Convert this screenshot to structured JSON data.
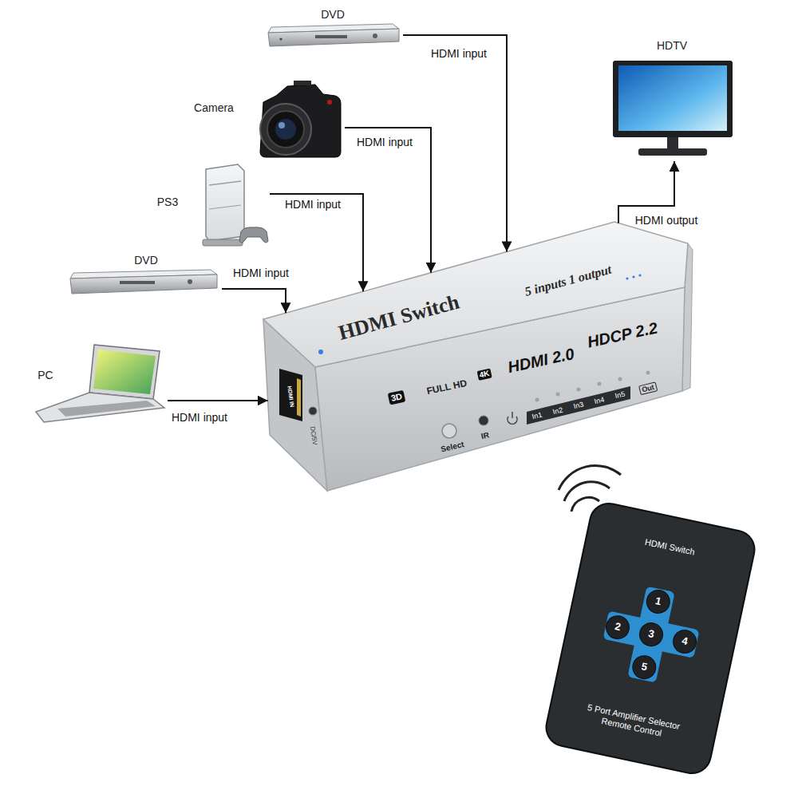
{
  "diagram": {
    "nodes": [
      {
        "text": [
          "DVD"
        ]
      },
      {
        "text": [
          "Camera"
        ]
      },
      {
        "text": [
          "PS3"
        ]
      },
      {
        "text": [
          "DVD"
        ]
      },
      {
        "text": [
          "PC"
        ]
      },
      {
        "text": [
          "HDMI Switch",
          "5 inputs 1 output",
          "HDMI 2.0",
          "HDCP 2.2"
        ]
      },
      {
        "text": [
          "HDTV"
        ]
      },
      {
        "text": [
          "HDMI Switch",
          "5 Port Amplifier Selector Remote Control"
        ]
      },
      {
        "text": [
          "1"
        ],
        "in": 7
      },
      {
        "text": [
          "2"
        ],
        "in": 7
      },
      {
        "text": [
          "3"
        ],
        "in": 7
      },
      {
        "text": [
          "4"
        ],
        "in": 7
      },
      {
        "text": [
          "5"
        ],
        "in": 7
      }
    ],
    "edges": [
      {
        "from": 0,
        "to": 5,
        "label": "HDMI input",
        "arrow": "to"
      },
      {
        "from": 1,
        "to": 5,
        "label": "HDMI input",
        "arrow": "to"
      },
      {
        "from": 2,
        "to": 5,
        "label": "HDMI input",
        "arrow": "to"
      },
      {
        "from": 3,
        "to": 5,
        "label": "HDMI input",
        "arrow": "to"
      },
      {
        "from": 4,
        "to": 5,
        "label": "HDMI input",
        "arrow": "to"
      },
      {
        "from": 5,
        "to": 6,
        "label": "HDMI output",
        "arrow": "to"
      }
    ],
    "labels": [
      "3D",
      "FULL HD",
      "4K",
      "HDMI IN",
      "DC/5V",
      "Select",
      "IR",
      "In1",
      "In2",
      "In3",
      "In4",
      "In5",
      "Out"
    ]
  }
}
